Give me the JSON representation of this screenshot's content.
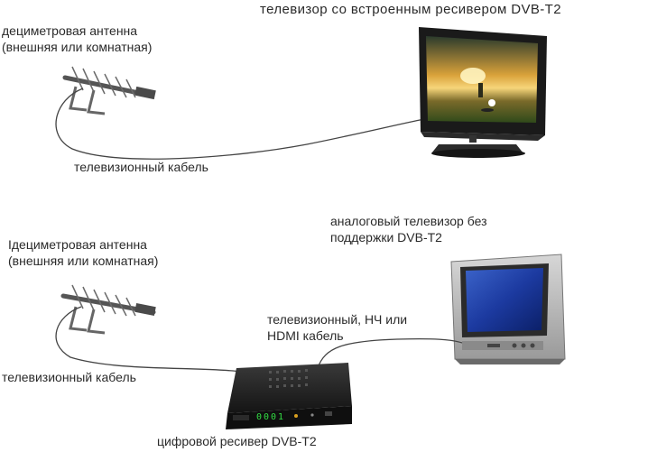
{
  "labels": {
    "tv_dvb_t2": "телевизор со встроенным ресивером DVB-T2",
    "antenna1_line1": "дециметровая антенна",
    "antenna1_line2": "(внешняя или комнатная)",
    "cable1": "телевизионный кабель",
    "analog_tv_line1": "аналоговый телевизор без",
    "analog_tv_line2": "поддержки DVB-T2",
    "antenna2_line1": "Iдециметровая антенна",
    "antenna2_line2": "(внешняя или комнатная)",
    "cable3_line1": "телевизионный, НЧ или",
    "cable3_line2": "HDMI кабель",
    "cable2": "телевизионный кабель",
    "receiver": "цифровой ресивер DVB-T2"
  },
  "receiver_display": "0001",
  "icons": [
    "antenna-icon",
    "flat-tv-icon",
    "crt-tv-icon",
    "set-top-box-icon"
  ],
  "colors": {
    "text": "#2a2a2a",
    "cable": "#444444",
    "device_dark": "#1c1c1c",
    "led": "#33dd44"
  }
}
